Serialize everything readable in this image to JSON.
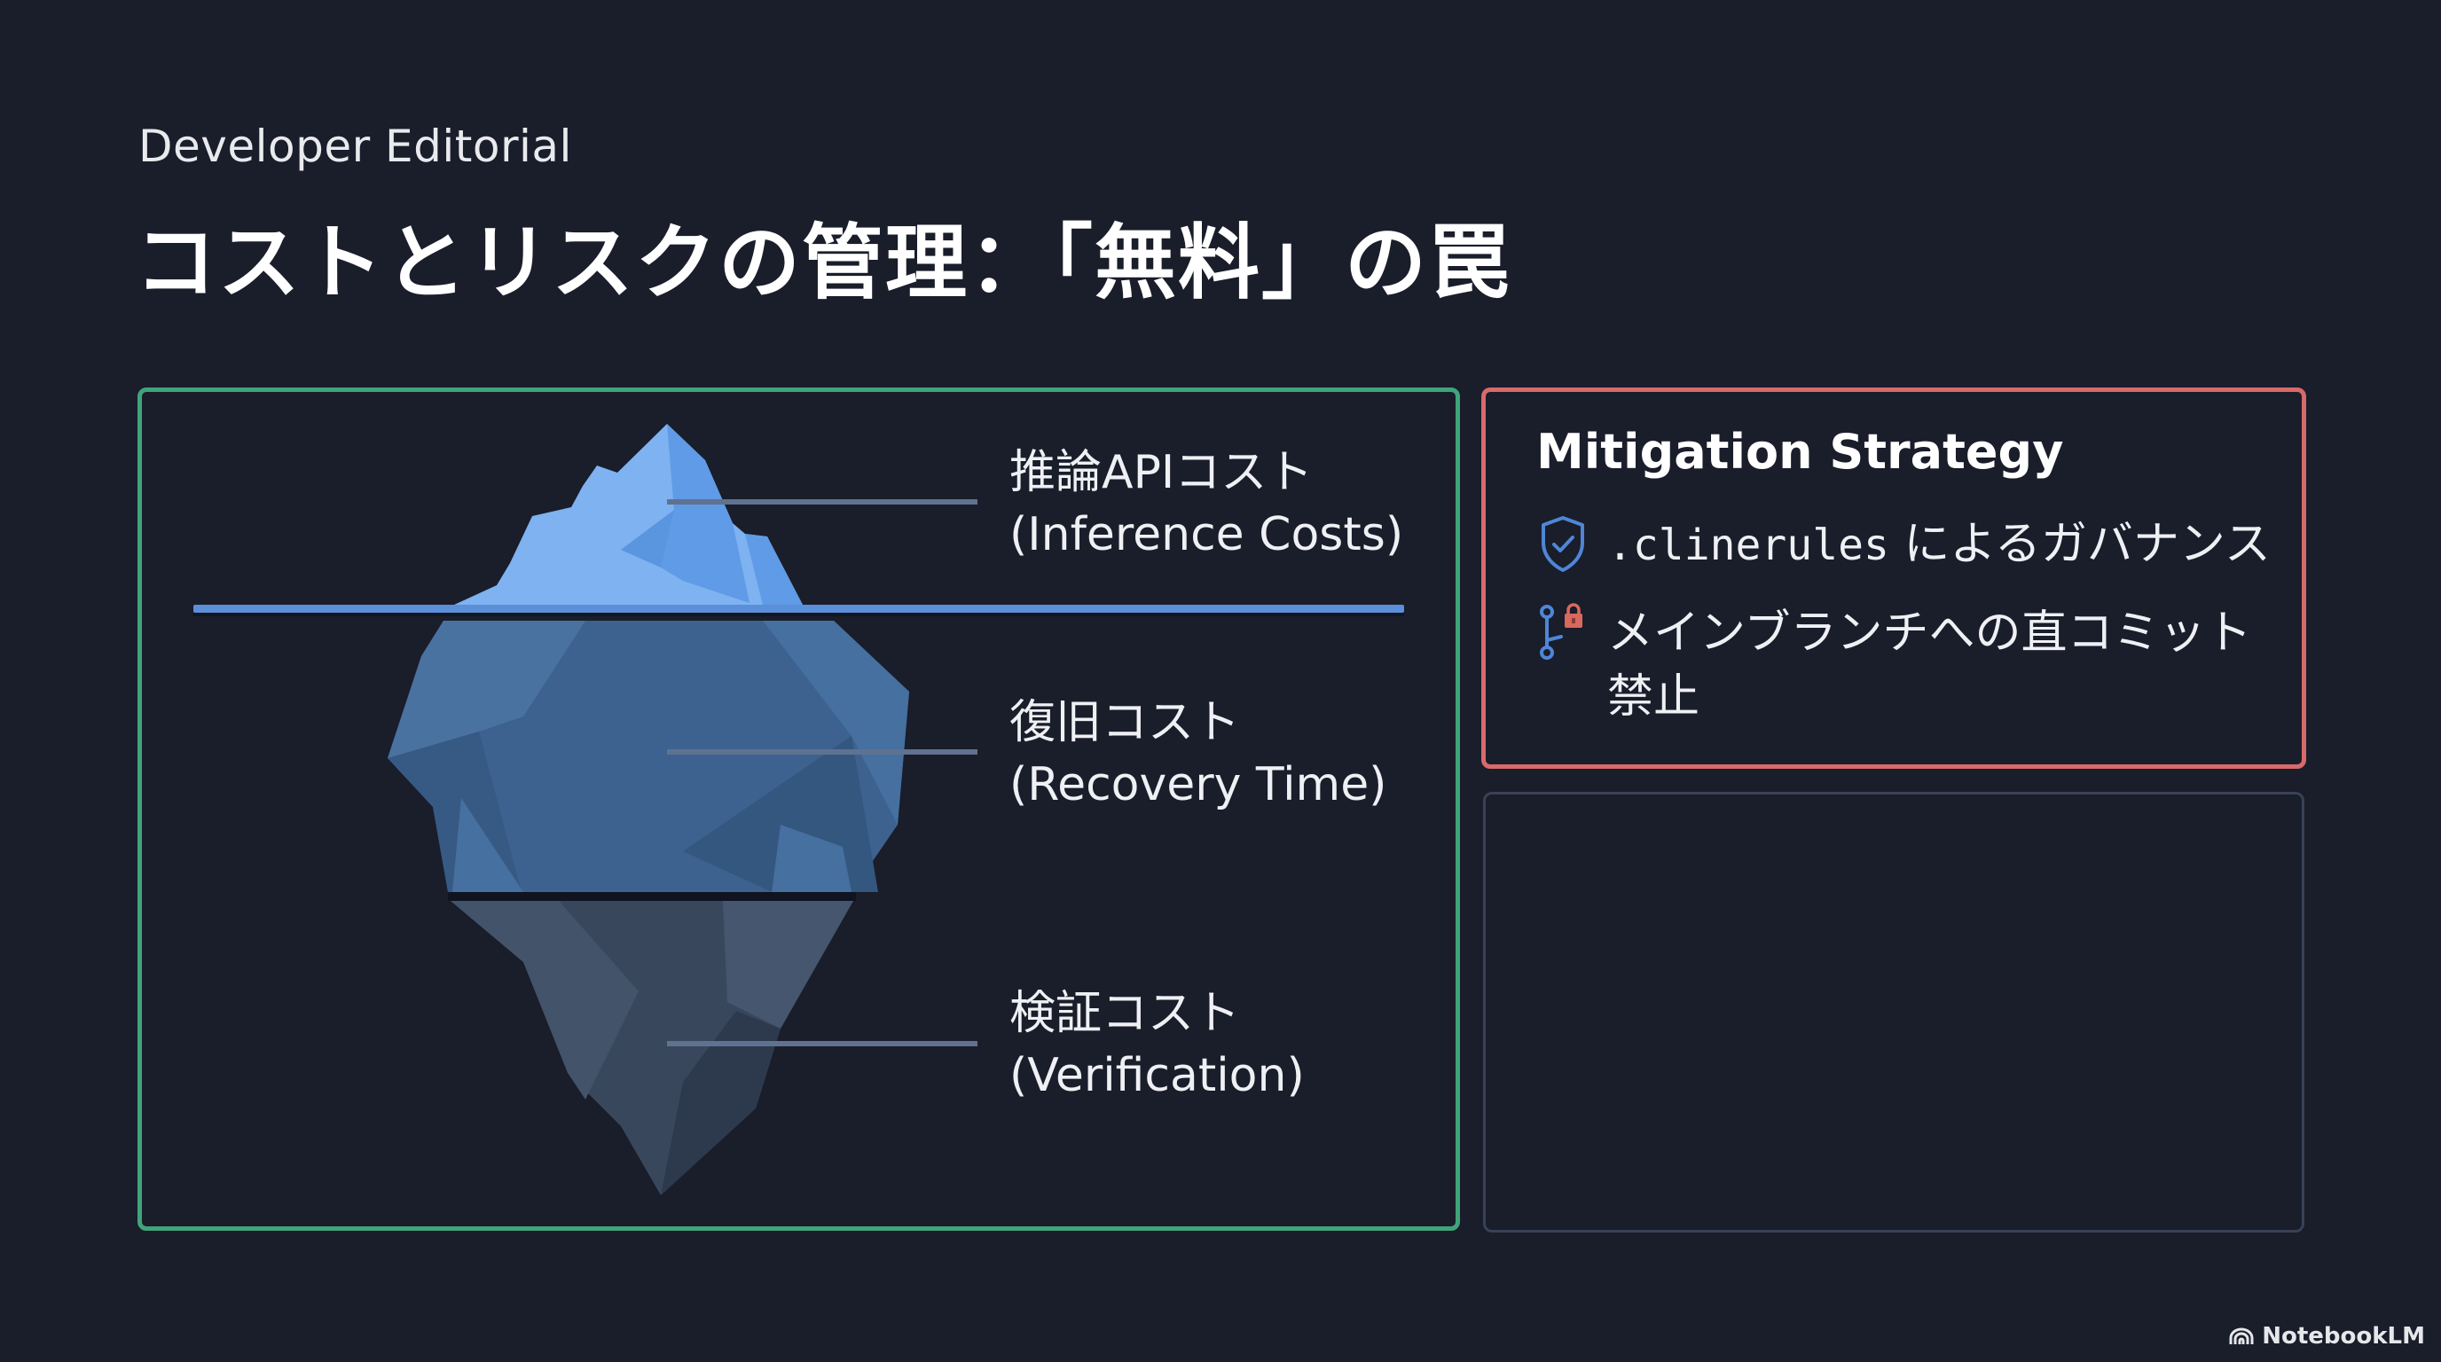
{
  "header": {
    "kicker": "Developer Editorial",
    "title": "コストとリスクの管理：「無料」の罠"
  },
  "iceberg": {
    "layers": [
      {
        "label_ja": "推論APIコスト",
        "label_en": "(Inference Costs)",
        "zone": "above-water"
      },
      {
        "label_ja": "復旧コスト",
        "label_en": "(Recovery Time)",
        "zone": "below-water-upper"
      },
      {
        "label_ja": "検証コスト",
        "label_en": "(Verification)",
        "zone": "below-water-deep"
      }
    ],
    "colors": {
      "panel_border": "#3fa47a",
      "water_line": "#5b8fd9",
      "tip": "#7eb2f0",
      "middle": "#3d6290",
      "deep": "#3a4a60"
    }
  },
  "mitigation": {
    "title": "Mitigation Strategy",
    "items": [
      {
        "icon": "shield-check-icon",
        "code": ".clinerules",
        "text": " によるガバナンス"
      },
      {
        "icon": "git-branch-lock-icon",
        "code": "",
        "text": "メインブランチへの直コミット禁止"
      }
    ],
    "colors": {
      "border": "#d76a6a",
      "icon_blue": "#4f86d6",
      "lock_red": "#d9685f"
    }
  },
  "empty_panel": {
    "border": "#384257"
  },
  "brand": {
    "label": "NotebookLM",
    "icon": "notebooklm-logo-icon"
  }
}
